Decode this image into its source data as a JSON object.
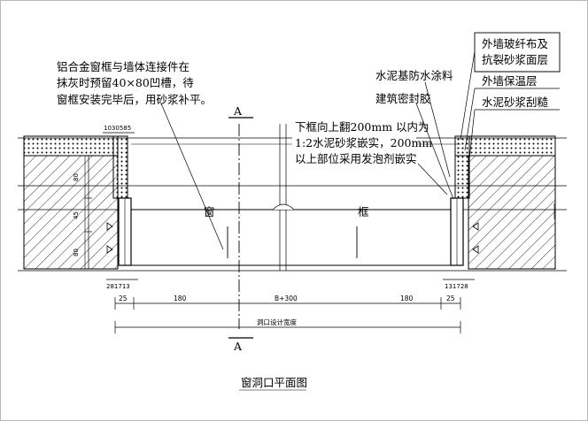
{
  "title": "窗洞口平面图",
  "section_marks": [
    "A",
    "A"
  ],
  "callouts": {
    "left_note": [
      "铝合金窗框与墙体连接件在",
      "抹灰时预留40×80凹槽，待",
      "窗框安装完毕后，用砂浆补平。"
    ],
    "right_note": [
      "下框向上翻200mm 以内为",
      "1:2水泥砂浆嵌实，200mm",
      "以上部位采用发泡剂嵌实"
    ],
    "waterproof_coating": "水泥基防水涂料",
    "sealant": "建筑密封胶",
    "legend": [
      "外墙玻纤布及",
      "抗裂砂浆面层",
      "外墙保温层",
      "水泥砂浆刮糙"
    ]
  },
  "frame_label": [
    "窗",
    "框"
  ],
  "dimensions": {
    "top_left": "1030585",
    "bottom_left": "281713",
    "bottom_right": "131728",
    "vertical_left": [
      "80",
      "45",
      "80"
    ],
    "chain": [
      "25",
      "180",
      "B+300",
      "180",
      "25"
    ],
    "overall": "洞口设计宽度"
  }
}
